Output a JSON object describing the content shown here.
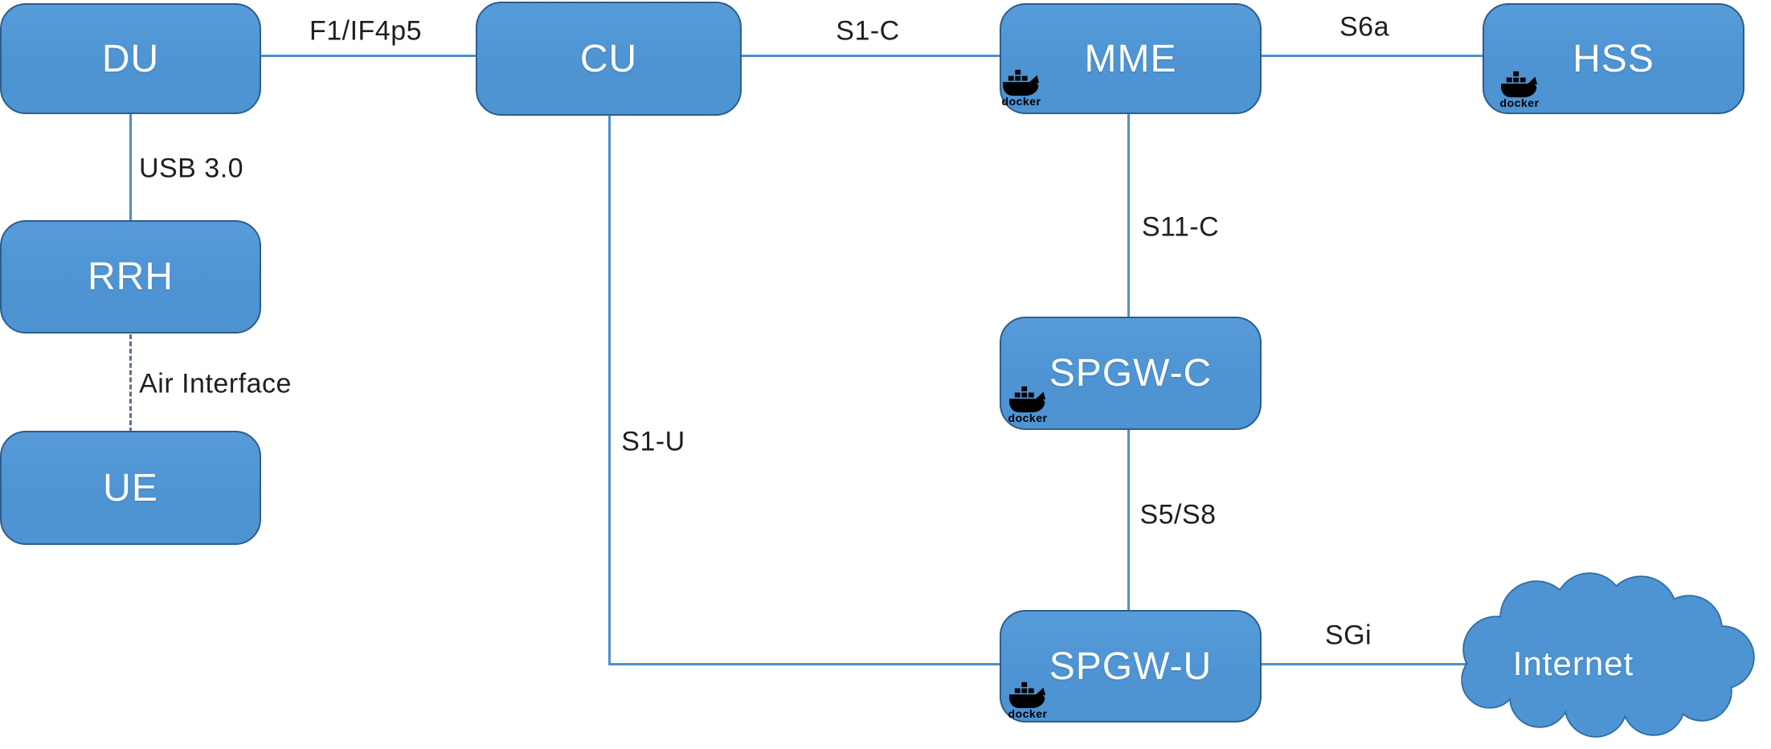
{
  "nodes": {
    "du": {
      "label": "DU"
    },
    "cu": {
      "label": "CU"
    },
    "mme": {
      "label": "MME",
      "docker": true
    },
    "hss": {
      "label": "HSS",
      "docker": true
    },
    "rrh": {
      "label": "RRH"
    },
    "ue": {
      "label": "UE"
    },
    "spgw_c": {
      "label": "SPGW-C",
      "docker": true
    },
    "spgw_u": {
      "label": "SPGW-U",
      "docker": true
    },
    "internet": {
      "label": "Internet"
    }
  },
  "links": {
    "du_cu": {
      "label": "F1/IF4p5"
    },
    "cu_mme": {
      "label": "S1-C"
    },
    "mme_hss": {
      "label": "S6a"
    },
    "du_rrh": {
      "label": "USB 3.0"
    },
    "rrh_ue": {
      "label": "Air Interface"
    },
    "cu_spgw_u": {
      "label": "S1-U"
    },
    "mme_spgw_c": {
      "label": "S11-C"
    },
    "spgw_c_spgw_u": {
      "label": "S5/S8"
    },
    "spgw_u_internet": {
      "label": "SGi"
    }
  },
  "docker_label": "docker",
  "colors": {
    "node_fill": "#4E93D2",
    "node_fill_top": "#579CD9",
    "node_border": "#2E5D8C",
    "line": "#4E8FCB",
    "dashed_line": "#5F7285",
    "label_text": "#1F1F1F",
    "node_text": "#FFFFFF",
    "docker_icon": "#000000",
    "background": "#FFFFFF"
  }
}
